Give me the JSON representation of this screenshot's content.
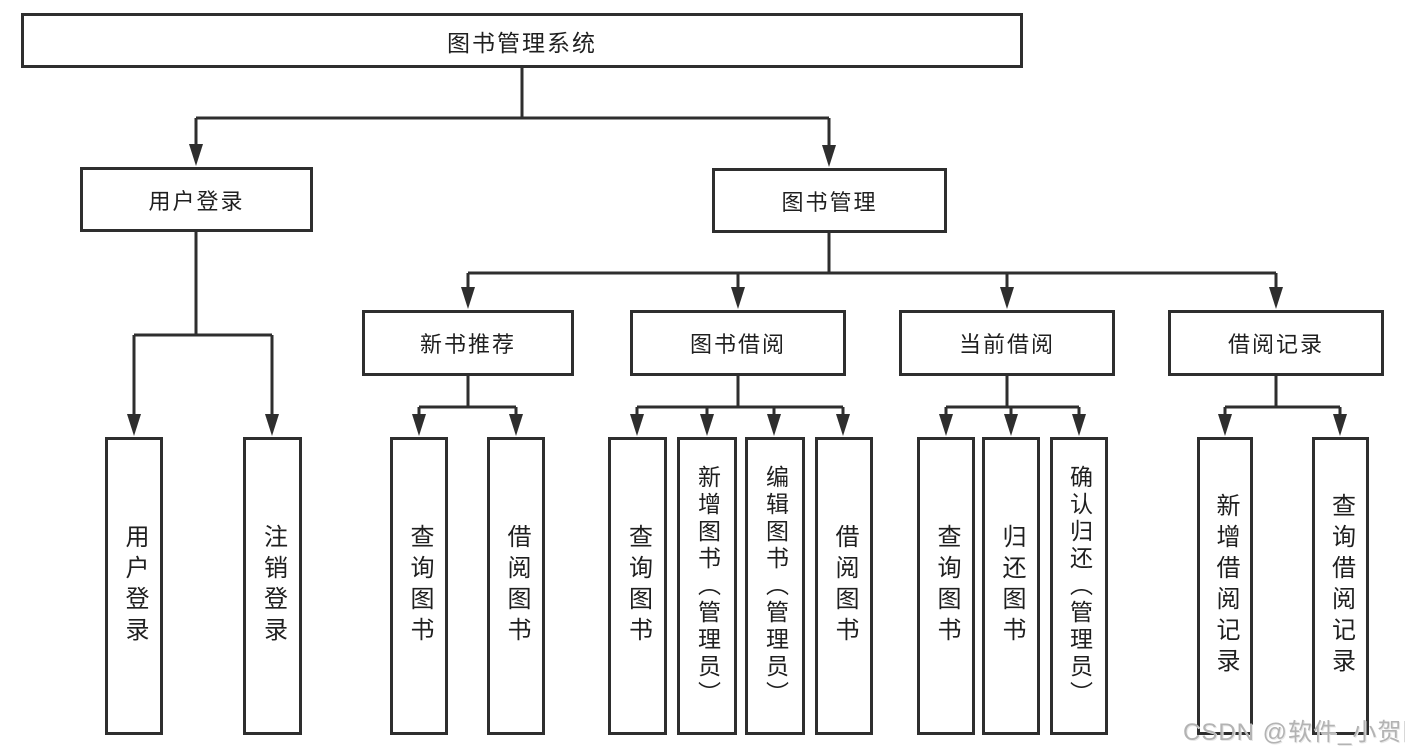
{
  "diagram": {
    "title_hint": "library-management-system-function-tree",
    "root": {
      "label": "图书管理系统"
    },
    "branches": [
      {
        "label": "用户登录",
        "children": [
          {
            "label": "用户登录"
          },
          {
            "label": "注销登录"
          }
        ]
      },
      {
        "label": "图书管理",
        "children": [
          {
            "label": "新书推荐",
            "children": [
              {
                "label": "查询图书"
              },
              {
                "label": "借阅图书"
              }
            ]
          },
          {
            "label": "图书借阅",
            "children": [
              {
                "label": "查询图书"
              },
              {
                "label": "新增图书（管理员）"
              },
              {
                "label": "编辑图书（管理员）"
              },
              {
                "label": "借阅图书"
              }
            ]
          },
          {
            "label": "当前借阅",
            "children": [
              {
                "label": "查询图书"
              },
              {
                "label": "归还图书"
              },
              {
                "label": "确认归还（管理员）"
              }
            ]
          },
          {
            "label": "借阅记录",
            "children": [
              {
                "label": "新增借阅记录"
              },
              {
                "label": "查询借阅记录"
              }
            ]
          }
        ]
      }
    ],
    "watermark": "CSDN @软件_小贺同学",
    "colors": {
      "line": "#2e2e2e",
      "box_border": "#2e2e2e",
      "text": "#1f1f1f",
      "watermark": "#b3b3b3",
      "background": "#ffffff"
    }
  }
}
